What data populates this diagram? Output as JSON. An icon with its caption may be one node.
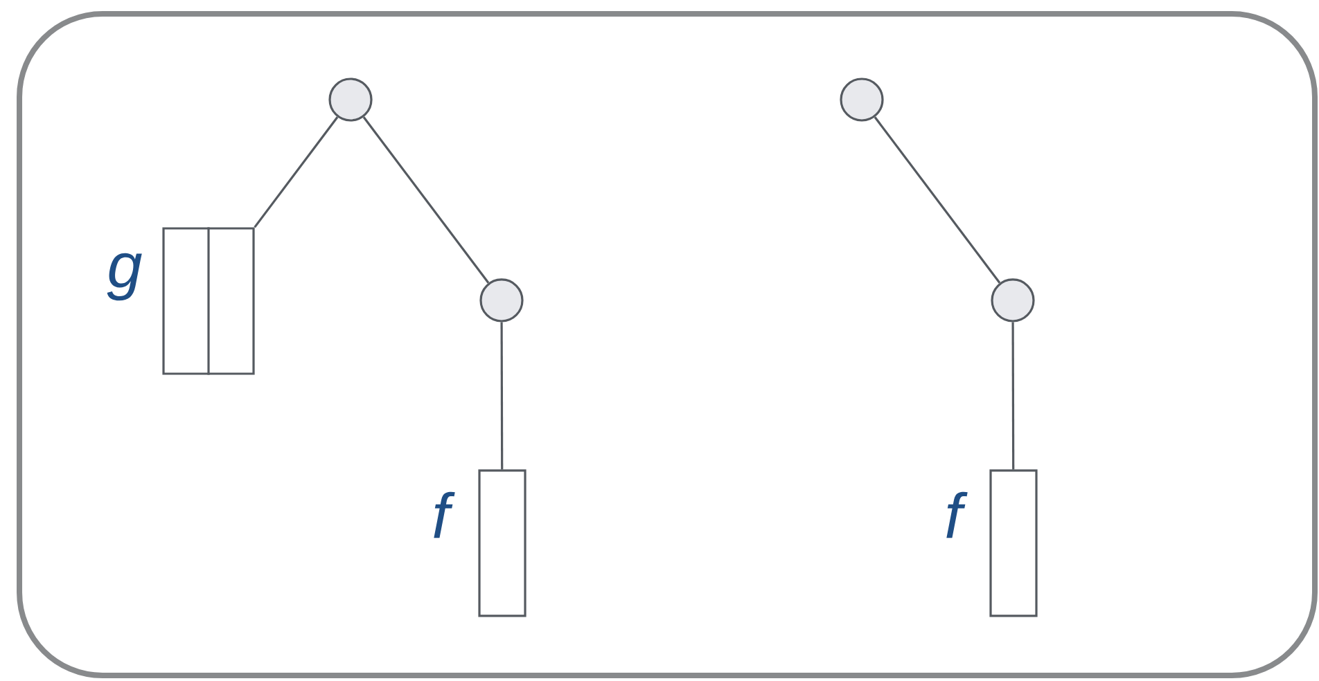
{
  "diagram": {
    "nodes": [
      {
        "text": [],
        "shape": "circle"
      },
      {
        "text": [],
        "shape": "circle"
      },
      {
        "text": [],
        "shape": "box",
        "beside": [
          "g"
        ]
      },
      {
        "text": [],
        "shape": "circle"
      },
      {
        "text": [],
        "shape": "circle"
      },
      {
        "text": [],
        "shape": "box",
        "beside": [
          "f"
        ]
      },
      {
        "text": [],
        "shape": "box",
        "beside": [
          "f"
        ]
      }
    ],
    "edges": [
      {
        "from": 0,
        "to": 2,
        "arrow": "none"
      },
      {
        "from": 0,
        "to": 3,
        "arrow": "none"
      },
      {
        "from": 3,
        "to": 5,
        "arrow": "none"
      },
      {
        "from": 1,
        "to": 4,
        "arrow": "none"
      },
      {
        "from": 4,
        "to": 6,
        "arrow": "none"
      }
    ]
  }
}
